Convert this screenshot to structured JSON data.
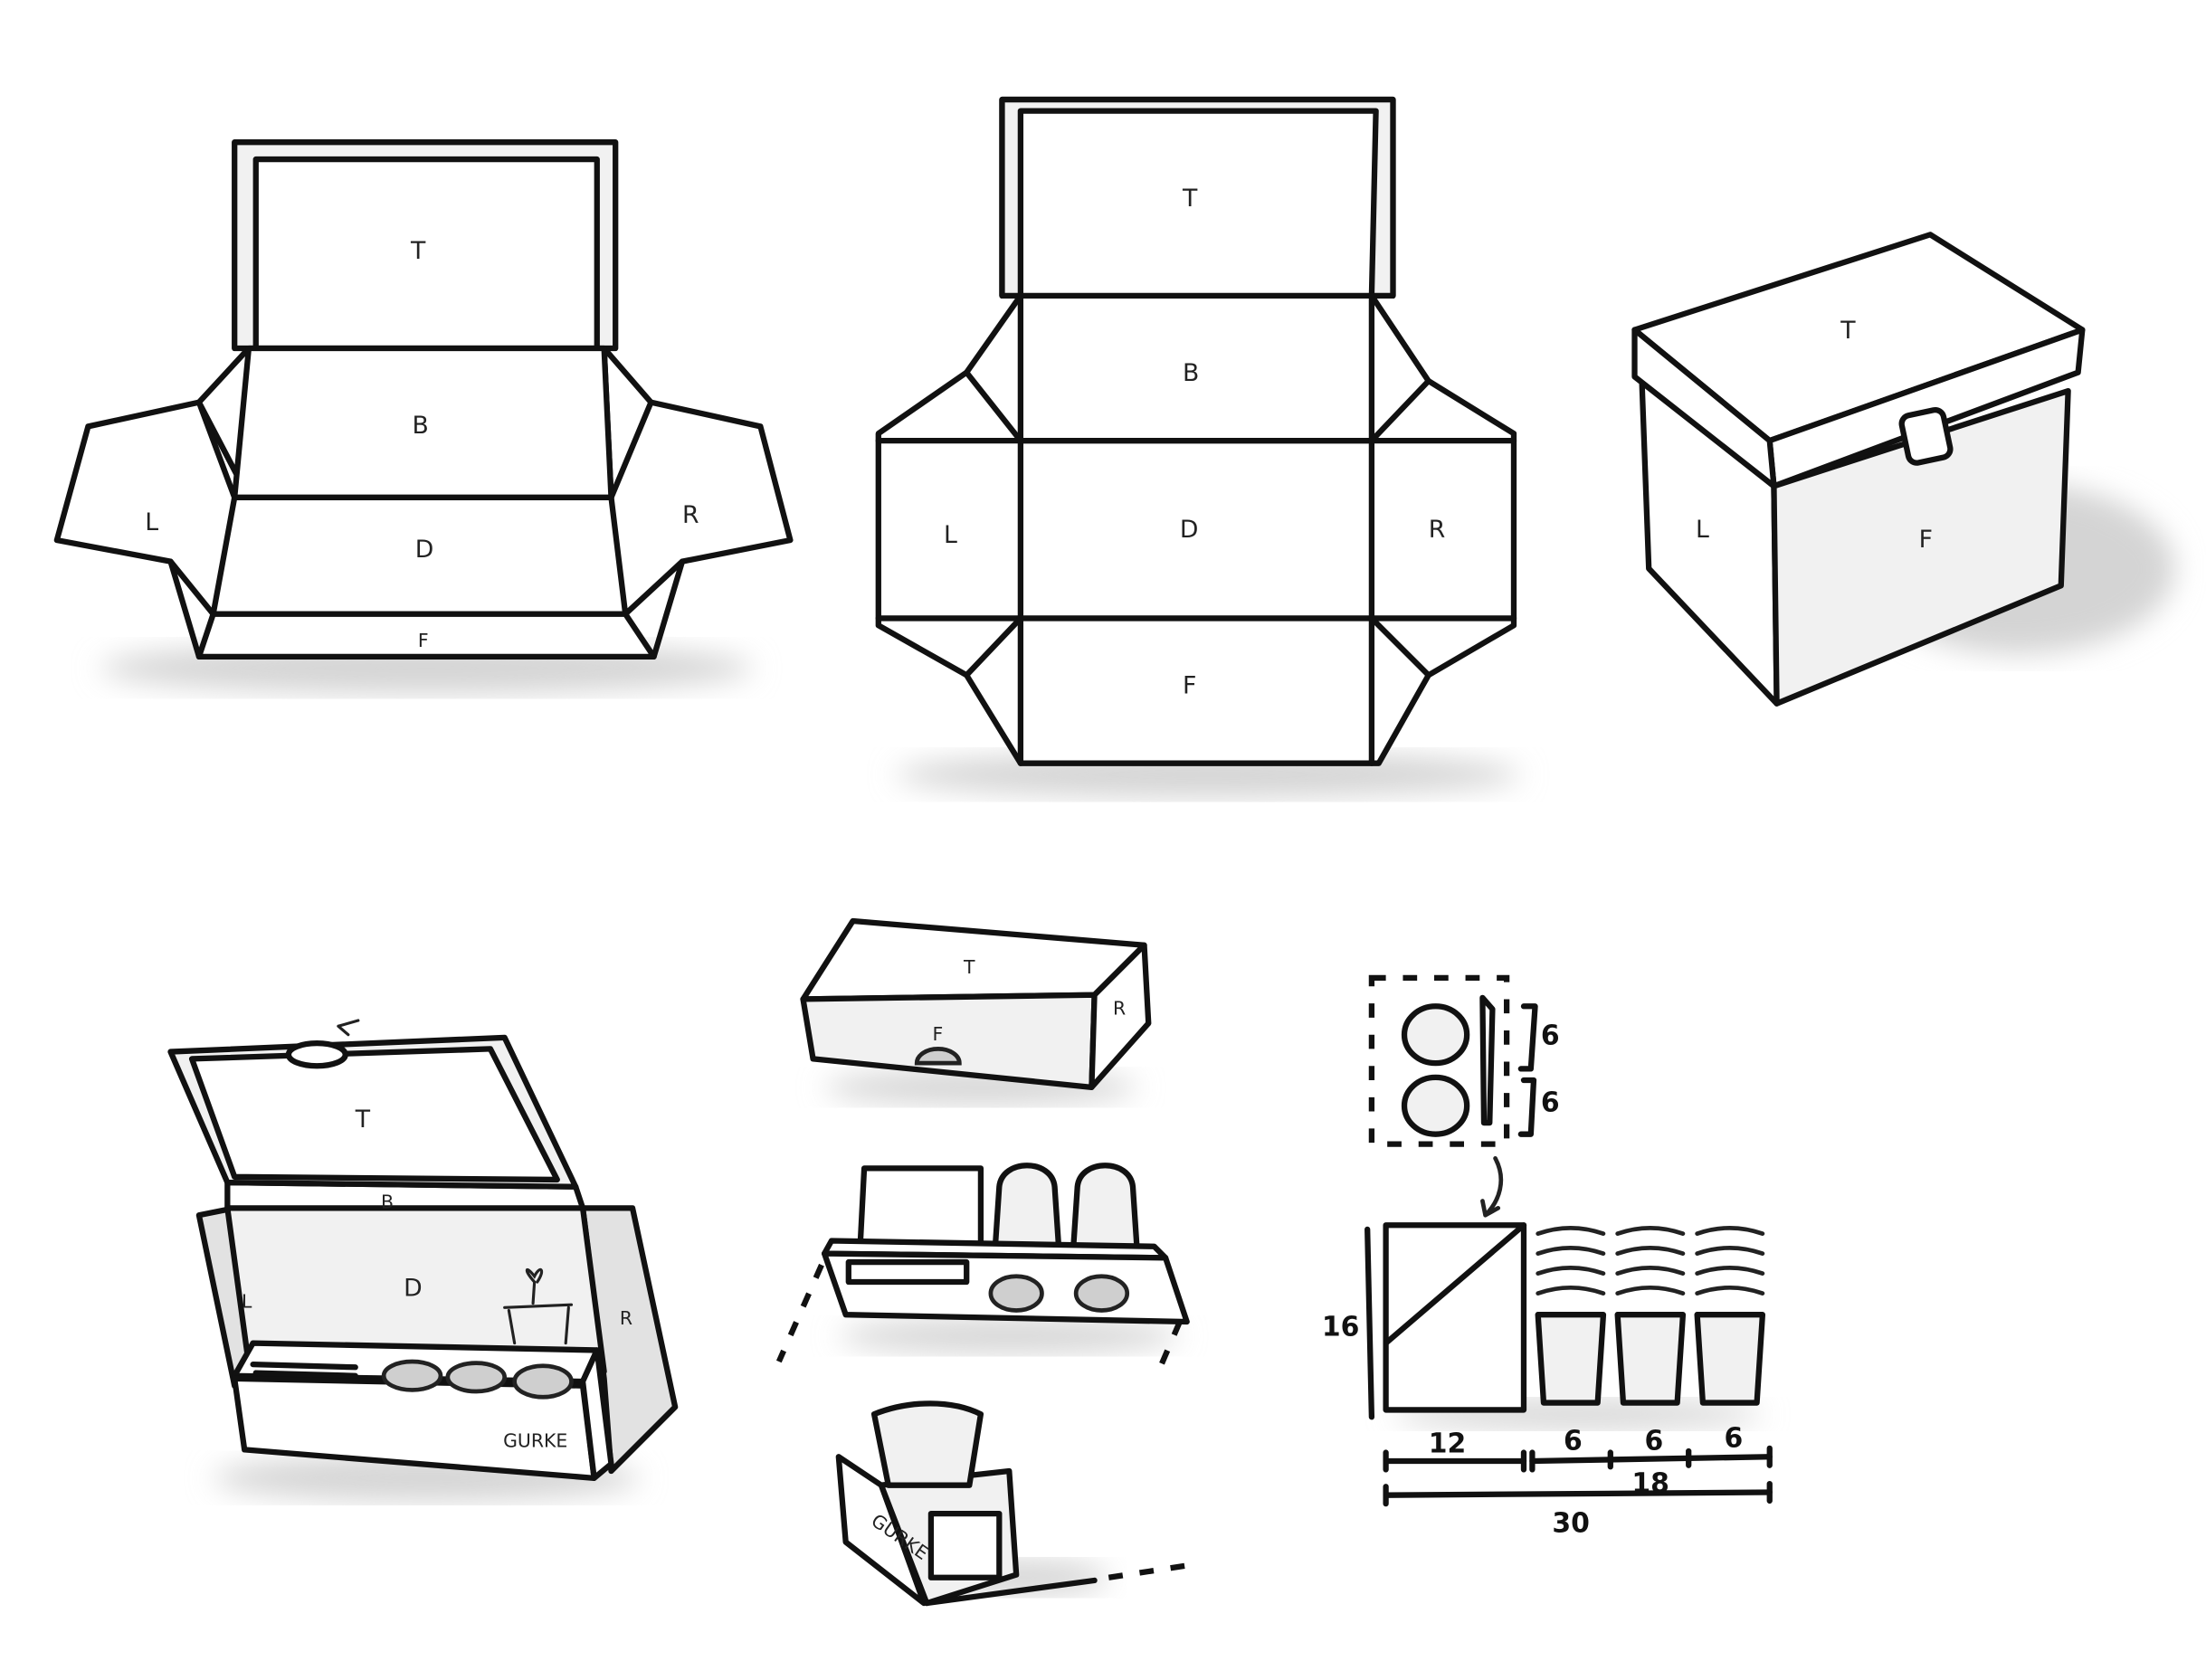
{
  "sketch_open_flat": {
    "top": "T",
    "back": "B",
    "bottom": "D",
    "front": "F",
    "left": "L",
    "right": "R"
  },
  "sketch_net": {
    "top": "T",
    "back": "B",
    "bottom": "D",
    "front": "F",
    "left": "L",
    "right": "R"
  },
  "sketch_closed_box": {
    "top": "T",
    "front": "F",
    "left": "L"
  },
  "sketch_open_display": {
    "top": "T",
    "back": "B",
    "bottom": "D",
    "left": "L",
    "right": "R",
    "brand": "GURKE"
  },
  "sketch_flat_box": {
    "top": "T",
    "front": "F",
    "right": "R"
  },
  "sketch_cup_stand": {
    "brand": "GURKE"
  },
  "dimensions": {
    "insert_height_1": "6",
    "insert_height_2": "6",
    "panel_height": "16",
    "panel_width": "12",
    "cup_width_1": "6",
    "cup_width_2": "6",
    "cup_width_3": "6",
    "cups_total": "18",
    "overall_width": "30"
  }
}
